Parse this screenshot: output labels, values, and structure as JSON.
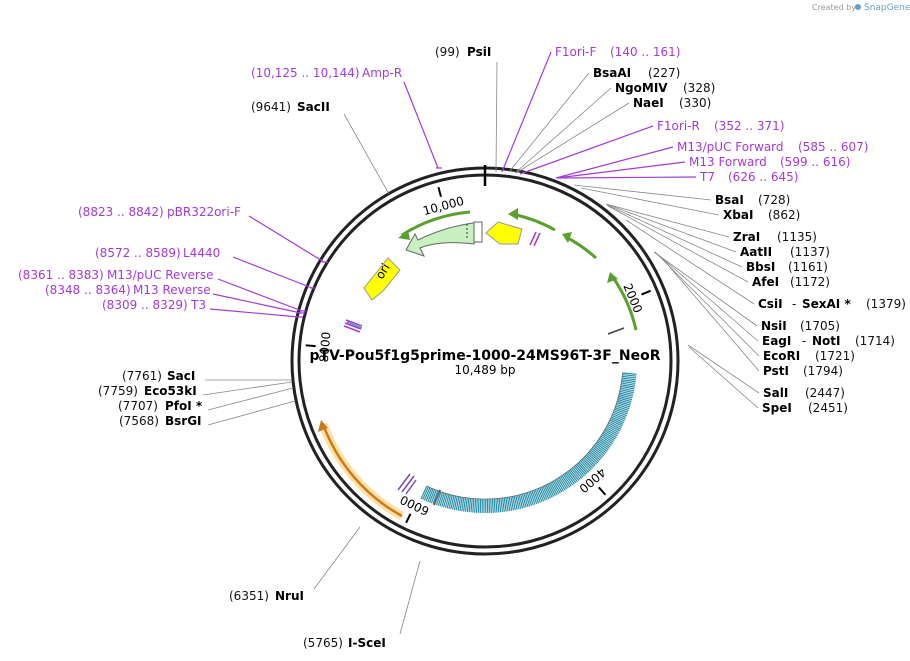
{
  "credit": {
    "prefix": "Created by",
    "brand": "SnapGene"
  },
  "plasmid": {
    "name": "pTV-Pou5f1g5prime-1000-24MS96T-3F_NeoR",
    "size": "10,489 bp"
  },
  "ticks": [
    {
      "label": "10,000",
      "angle": -15
    },
    {
      "label": "2000",
      "angle": 67
    },
    {
      "label": "4000",
      "angle": 138
    },
    {
      "label": "6000",
      "angle": 206
    },
    {
      "label": "8000",
      "angle": 275
    }
  ],
  "right_labels": [
    {
      "pos": "(99)",
      "name": "PsiI",
      "kind": "site",
      "colored_name": false
    },
    {
      "pos": "(140 .. 161)",
      "name": "F1ori-F",
      "kind": "primer"
    },
    {
      "pos": "(227)",
      "name": "BsaAI",
      "kind": "site"
    },
    {
      "pos": "(328)",
      "name": "NgoMIV",
      "kind": "site"
    },
    {
      "pos": "(330)",
      "name": "NaeI",
      "kind": "site"
    },
    {
      "pos": "(352 .. 371)",
      "name": "F1ori-R",
      "kind": "primer"
    },
    {
      "pos": "(585 .. 607)",
      "name": "M13/pUC Forward",
      "kind": "primer"
    },
    {
      "pos": "(599 .. 616)",
      "name": "M13 Forward",
      "kind": "primer"
    },
    {
      "pos": "(626 .. 645)",
      "name": "T7",
      "kind": "primer"
    },
    {
      "pos": "(728)",
      "name": "BsaI",
      "kind": "site"
    },
    {
      "pos": "(862)",
      "name": "XbaI",
      "kind": "site"
    },
    {
      "pos": "(1135)",
      "name": "ZraI",
      "kind": "site"
    },
    {
      "pos": "(1137)",
      "name": "AatII",
      "kind": "site"
    },
    {
      "pos": "(1161)",
      "name": "BbsI",
      "kind": "site"
    },
    {
      "pos": "(1172)",
      "name": "AfeI",
      "kind": "site"
    },
    {
      "pos": "(1379)",
      "name": "CsiI",
      "name2": "SexAI *",
      "kind": "site"
    },
    {
      "pos": "(1705)",
      "name": "NsiI",
      "kind": "site"
    },
    {
      "pos": "(1714)",
      "name": "EagI",
      "name2": "NotI",
      "kind": "site"
    },
    {
      "pos": "(1721)",
      "name": "EcoRI",
      "kind": "site"
    },
    {
      "pos": "(1794)",
      "name": "PstI",
      "kind": "site"
    },
    {
      "pos": "(2447)",
      "name": "SalI",
      "kind": "site"
    },
    {
      "pos": "(2451)",
      "name": "SpeI",
      "kind": "site"
    }
  ],
  "left_labels": [
    {
      "pos": "(10,125 .. 10,144)",
      "name": "Amp-R",
      "kind": "primer"
    },
    {
      "pos": "(9641)",
      "name": "SacII",
      "kind": "site"
    },
    {
      "pos": "(8823 .. 8842)",
      "name": "pBR322ori-F",
      "kind": "primer"
    },
    {
      "pos": "(8572 .. 8589)",
      "name": "L4440",
      "kind": "primer"
    },
    {
      "pos": "(8361 .. 8383)",
      "name": "M13/pUC Reverse",
      "kind": "primer"
    },
    {
      "pos": "(8348 .. 8364)",
      "name": "M13 Reverse",
      "kind": "primer"
    },
    {
      "pos": "(8309 .. 8329)",
      "name": "T3",
      "kind": "primer"
    },
    {
      "pos": "(7761)",
      "name": "SacI",
      "kind": "site"
    },
    {
      "pos": "(7759)",
      "name": "Eco53kI",
      "kind": "site"
    },
    {
      "pos": "(7707)",
      "name": "PfoI *",
      "kind": "site"
    },
    {
      "pos": "(7568)",
      "name": "BsrGI",
      "kind": "site"
    },
    {
      "pos": "(6351)",
      "name": "NruI",
      "kind": "site"
    },
    {
      "pos": "(5765)",
      "name": "I-SceI",
      "kind": "site"
    }
  ],
  "feature_labels": {
    "ori": "ori"
  },
  "colors": {
    "primer": "#a43ad8",
    "site_line": "#888888",
    "green_arrow": "#5aa02c",
    "green_fill": "#c8f0c0",
    "yellow": "#ffff00",
    "orange_arrow": "#c87a1e",
    "teal_repeat": "#2a8fa8",
    "backbone": "#222222"
  }
}
